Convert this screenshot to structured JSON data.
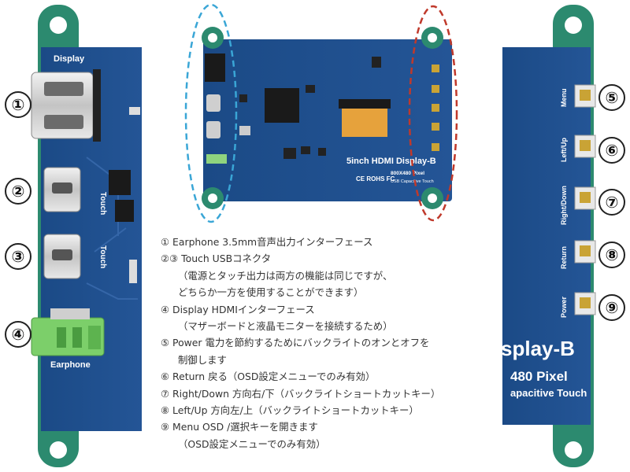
{
  "board": {
    "display_label": "Display",
    "touch_label": "Touch",
    "earphone_label": "Earphone",
    "title": "5inch HDMI Display-B",
    "resolution": "800X480 Pixel",
    "touch_type": "USB Capacitive Touch",
    "side_title": "splay-B",
    "side_resolution": "480 Pixel",
    "side_touch": "apacitive Touch",
    "cert": "CE ROHS FC",
    "buttons": [
      "Menu",
      "Left/Up",
      "Right/Down",
      "Return",
      "Power"
    ]
  },
  "callouts": [
    "①",
    "②",
    "③",
    "④",
    "⑤",
    "⑥",
    "⑦",
    "⑧",
    "⑨"
  ],
  "notes": [
    {
      "text": "① Earphone 3.5mm音声出力インターフェース",
      "indent": false
    },
    {
      "text": "②③ Touch USBコネクタ",
      "indent": false
    },
    {
      "text": "（電源とタッチ出力は両方の機能は同じですが、",
      "indent": true
    },
    {
      "text": "どちらか一方を使用することができます）",
      "indent": true
    },
    {
      "text": "④ Display HDMIインターフェース",
      "indent": false
    },
    {
      "text": "（マザーボードと液晶モニターを接続するため）",
      "indent": true
    },
    {
      "text": "⑤ Power 電力を節約するためにバックライトのオンとオフを",
      "indent": false
    },
    {
      "text": "制御します",
      "indent": true
    },
    {
      "text": "⑥ Return 戻る（OSD設定メニューでのみ有効）",
      "indent": false
    },
    {
      "text": "⑦ Right/Down 方向右/下（バックライトショートカットキー）",
      "indent": false
    },
    {
      "text": "⑧ Left/Up 方向左/上（バックライトショートカットキー）",
      "indent": false
    },
    {
      "text": "⑨ Menu OSD /選択キーを開きます",
      "indent": false
    },
    {
      "text": "（OSD設定メニューでのみ有効）",
      "indent": true
    }
  ],
  "colors": {
    "pcb": "#1f4f8c",
    "pcb_dark": "#173f73",
    "pad": "#2a8a6e",
    "gold": "#c9a335",
    "blue_outline": "#3aa6d6",
    "red_outline": "#c0392b"
  }
}
